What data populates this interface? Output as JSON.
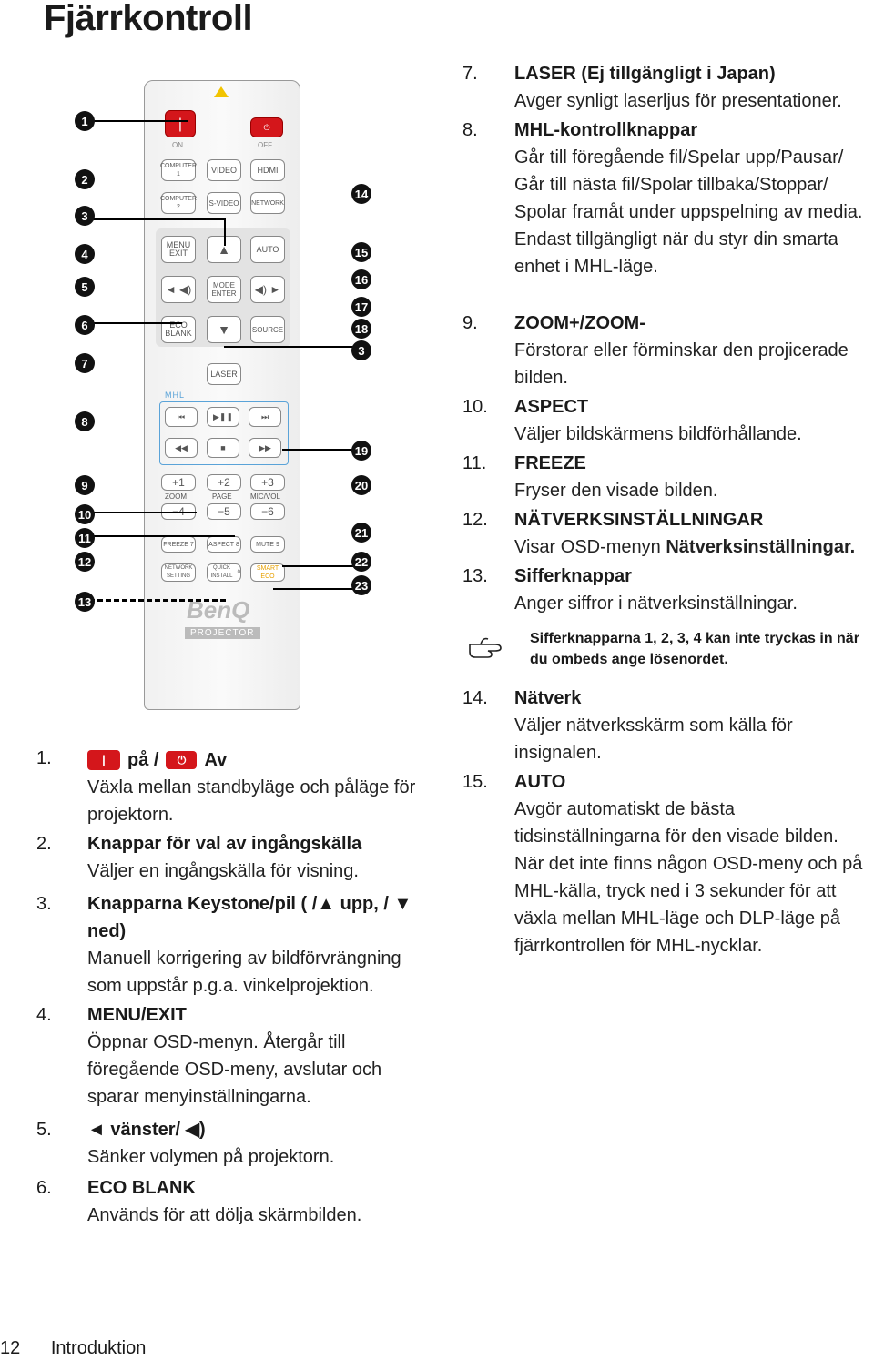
{
  "page_title": "Fjärrkontroll",
  "remote": {
    "buttons": {
      "on": "ON",
      "off": "OFF",
      "computer1": "COMPUTER 1",
      "video": "VIDEO",
      "hdmi": "HDMI",
      "computer2": "COMPUTER 2",
      "svideo": "S-VIDEO",
      "network": "NETWORK",
      "menu_exit": "MENU EXIT",
      "auto": "AUTO",
      "mode_enter": "MODE ENTER",
      "eco_blank": "ECO BLANK",
      "source": "SOURCE",
      "laser": "LASER",
      "mhl": "MHL",
      "zoom": "ZOOM",
      "page": "PAGE",
      "mic_vol": "MIC/VOL",
      "freeze": "FREEZE",
      "aspect": "ASPECT",
      "mute": "MUTE",
      "network_setting": "NETWORK SETTING",
      "quick_install": "QUICK INSTALL",
      "smart_eco": "SMART ECO",
      "n1": "1",
      "n2": "2",
      "n3": "3",
      "n4": "4",
      "n5": "5",
      "n6": "6",
      "n7": "7",
      "n8": "8",
      "n9": "9",
      "n0": "0"
    },
    "brand": "BenQ",
    "brand_sub": "PROJECTOR",
    "callouts_left": [
      "1",
      "2",
      "3",
      "4",
      "5",
      "6",
      "7",
      "8",
      "9",
      "10",
      "11",
      "12",
      "13"
    ],
    "callouts_right": [
      "14",
      "15",
      "16",
      "17",
      "18",
      "3",
      "19",
      "20",
      "21",
      "22",
      "23"
    ]
  },
  "left_items": [
    {
      "n": "1.",
      "head_a": "på /",
      "head_b": "Av",
      "desc": "Växla mellan standbyläge och påläge för projektorn."
    },
    {
      "n": "2.",
      "head": "Knappar för val av ingångskälla",
      "desc": "Väljer en ingångskälla för visning."
    },
    {
      "n": "3.",
      "head": "Knapparna Keystone/pil (  /▲ upp,   / ▼ ned)",
      "desc": "Manuell korrigering av bildförvrängning som uppstår p.g.a. vinkelprojektion."
    },
    {
      "n": "4.",
      "head": "MENU/EXIT",
      "desc": "Öppnar OSD-menyn. Återgår till föregående OSD-meny, avslutar och sparar menyinställningarna."
    },
    {
      "n": "5.",
      "head": "◄ vänster/",
      "desc": "Sänker volymen på projektorn."
    },
    {
      "n": "6.",
      "head": "ECO BLANK",
      "desc": "Används för att dölja skärmbilden."
    }
  ],
  "right_items": [
    {
      "n": "7.",
      "head": "LASER (Ej tillgängligt i Japan)",
      "desc": "Avger synligt laserljus för presentationer."
    },
    {
      "n": "8.",
      "head": "MHL-kontrollknappar",
      "desc": "Går till föregående fil/Spelar upp/Pausar/ Går till nästa fil/Spolar tillbaka/Stoppar/ Spolar framåt under uppspelning av media.",
      "desc2": "Endast tillgängligt när du styr din smarta enhet i MHL-läge."
    },
    {
      "n": "9.",
      "head": "ZOOM+/ZOOM-",
      "desc": "Förstorar eller förminskar den projicerade bilden."
    },
    {
      "n": "10.",
      "head": "ASPECT",
      "desc": "Väljer bildskärmens bildförhållande."
    },
    {
      "n": "11.",
      "head": "FREEZE",
      "desc": "Fryser den visade bilden."
    },
    {
      "n": "12.",
      "head": "NÄTVERKSINSTÄLLNINGAR",
      "desc": "Visar OSD-menyn",
      "desc_bold": "Nätverksinställningar."
    },
    {
      "n": "13.",
      "head": "Sifferknappar",
      "desc": "Anger siffror i nätverksinställningar."
    },
    {
      "n": "14.",
      "head": "Nätverk",
      "desc": "Väljer nätverksskärm som källa för insignalen."
    },
    {
      "n": "15.",
      "head": "AUTO",
      "desc": "Avgör automatiskt de bästa tidsinställningarna för den visade bilden.",
      "desc2": "När det inte finns någon OSD-meny och på MHL-källa, tryck ned i 3 sekunder för att växla mellan MHL-läge och DLP-läge på fjärrkontrollen för MHL-nycklar."
    }
  ],
  "note": "Sifferknapparna 1, 2, 3, 4 kan inte tryckas in när du ombeds ange lösenordet.",
  "footer": {
    "page_number": "12",
    "section": "Introduktion"
  }
}
